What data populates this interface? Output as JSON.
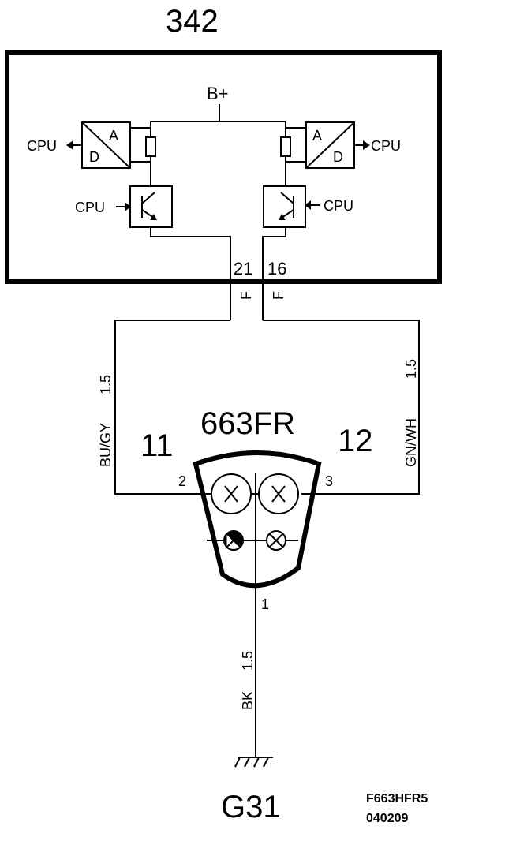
{
  "module": {
    "id": "342",
    "supply": "B+"
  },
  "converters": {
    "left_a": "A",
    "left_d": "D",
    "right_a": "A",
    "right_d": "D"
  },
  "cpu_labels": {
    "adc_left": "CPU",
    "adc_right": "CPU",
    "drv_left": "CPU",
    "drv_right": "CPU"
  },
  "pins": {
    "module_left": "21",
    "module_right": "16",
    "connector_left": "F",
    "connector_right": "F",
    "unit_left": "2",
    "unit_right": "3",
    "unit_ground": "1"
  },
  "wires": {
    "left_color": "BU/GY",
    "left_size": "1.5",
    "right_color": "GN/WH",
    "right_size": "1.5",
    "ground_color": "BK",
    "ground_size": "1.5"
  },
  "unit": {
    "id": "663FR",
    "left_ref": "11",
    "right_ref": "12"
  },
  "ground": {
    "id": "G31"
  },
  "footer": {
    "code": "F663HFR5",
    "date": "040209"
  }
}
